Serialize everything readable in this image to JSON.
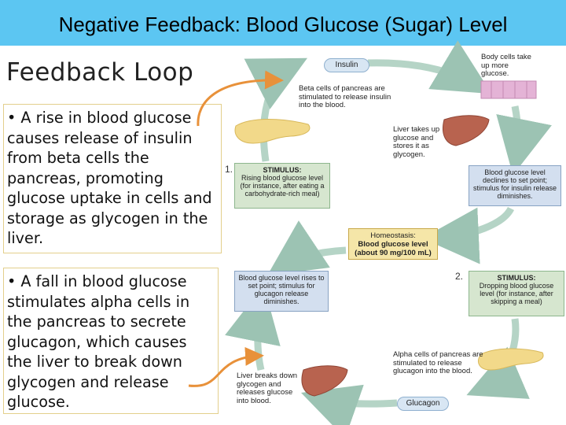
{
  "title": "Negative Feedback: Blood Glucose (Sugar) Level",
  "left": {
    "heading": "Feedback Loop",
    "rise_text": "• A rise in blood glucose causes release of insulin from beta cells the pancreas, promoting glucose uptake in cells and storage as glycogen in the liver.",
    "fall_text": "• A fall in blood glucose stimulates alpha cells in the pancreas to secrete glucagon, which causes the liver to break down glycogen and release glucose."
  },
  "diagram": {
    "insulin_label": "Insulin",
    "glucagon_label": "Glucagon",
    "beta_cells": "Beta cells of pancreas are stimulated to release insulin into the blood.",
    "body_cells": "Body cells take up more glucose.",
    "liver_takes": "Liver takes up glucose and stores it as glycogen.",
    "stimulus1_title": "STIMULUS:",
    "stimulus1_text": "Rising blood glucose level (for instance, after eating a carbohydrate-rich meal)",
    "declines": "Blood glucose level declines to set point; stimulus for insulin release diminishes.",
    "homeostasis_title": "Homeostasis:",
    "homeostasis_text": "Blood glucose level",
    "homeostasis_value": "(about 90 mg/100 mL)",
    "rises": "Blood glucose level rises to set point; stimulus for glucagon release diminishes.",
    "stimulus2_title": "STIMULUS:",
    "stimulus2_text": "Dropping blood glucose level (for instance, after skipping a meal)",
    "alpha_cells": "Alpha cells of pancreas are stimulated to release glucagon into the blood.",
    "liver_breaks": "Liver breaks down glycogen and releases glucose into blood.",
    "num1": "1.",
    "num2": "2."
  },
  "colors": {
    "title_bar": "#5cc6f2",
    "arrow": "#e8913a",
    "cycle_arrow": "#b5d4c6"
  }
}
